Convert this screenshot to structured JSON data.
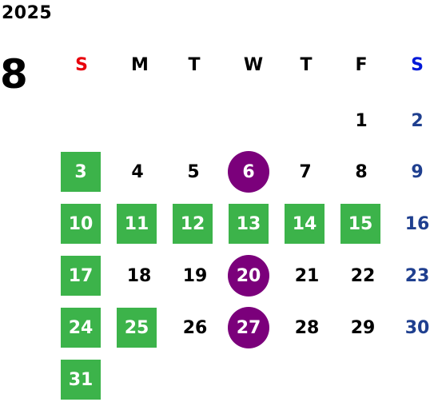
{
  "calendar": {
    "year": "2025",
    "month": "8",
    "weekdays": [
      "S",
      "M",
      "T",
      "W",
      "T",
      "F",
      "S"
    ],
    "days": [
      "1",
      "2",
      "3",
      "4",
      "5",
      "6",
      "7",
      "8",
      "9",
      "10",
      "11",
      "12",
      "13",
      "14",
      "15",
      "16",
      "17",
      "18",
      "19",
      "20",
      "21",
      "22",
      "23",
      "24",
      "25",
      "26",
      "27",
      "28",
      "29",
      "30",
      "31"
    ]
  },
  "colors": {
    "sunday_header": "#e8000b",
    "saturday_header": "#0018d8",
    "saturday_numbers": "#1f3f8f",
    "green_highlight": "#3cb34a",
    "purple_highlight": "#7b007b"
  }
}
